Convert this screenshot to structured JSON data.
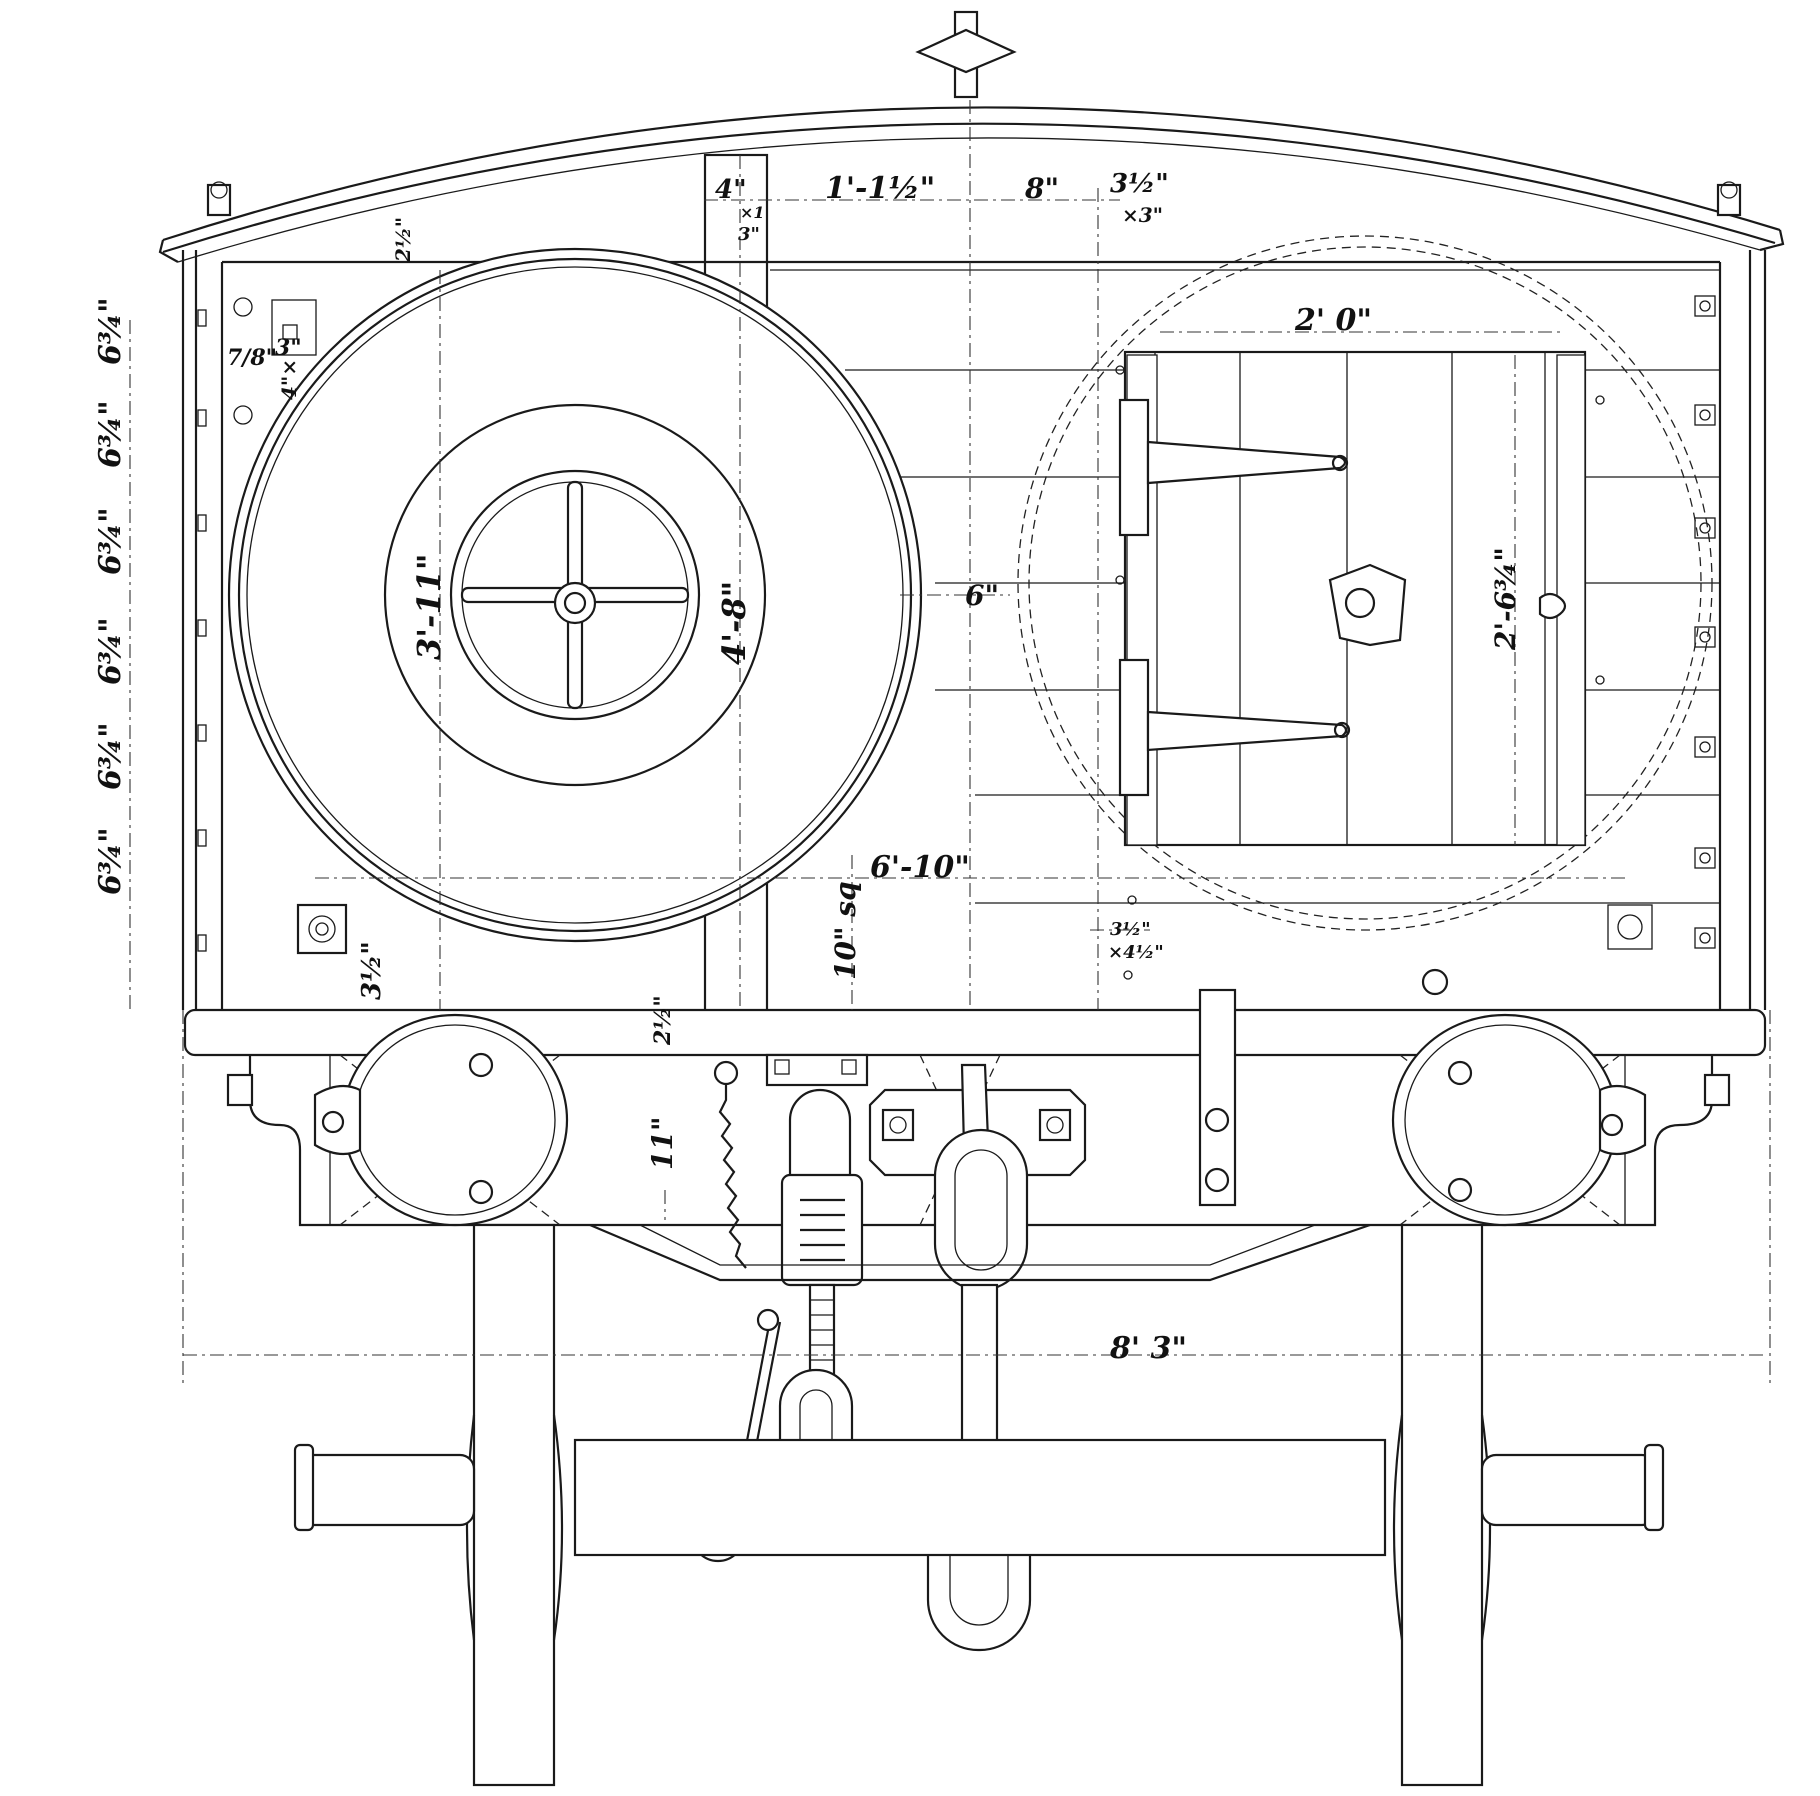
{
  "colors": {
    "ink": "#1a1a1a",
    "paper": "#ffffff"
  },
  "dimensions": {
    "d4in": "4\"",
    "d1ft1_5": "1'-1½\"",
    "d8in": "8\"",
    "d3_5in": "3½\"",
    "d3x": "×3\"",
    "d3x1": "×1",
    "d3s": "3\"",
    "d2_5top": "2½\"",
    "d7_8": "7/8\"",
    "d3in": "3\"",
    "d4x": "4\"×",
    "d2ft0": "2' 0\"",
    "d3ft11": "3'-11\"",
    "d4ft8": "4'-8\"",
    "d6in": "6\"",
    "d2ft6_75": "2'-6¾\"",
    "d6ft10": "6'-10\"",
    "d10sq": "10\" sq",
    "d3_5b": "3½\"",
    "d4_5": "×4½\"",
    "d3_5c": "3½\"",
    "d2_5bot": "2½\"",
    "d11": "11\"",
    "d8ft3": "8' 3\"",
    "left_stack": [
      "6¾\"",
      "6¾\"",
      "6¾\"",
      "6¾\"",
      "6¾\"",
      "6¾\""
    ]
  }
}
